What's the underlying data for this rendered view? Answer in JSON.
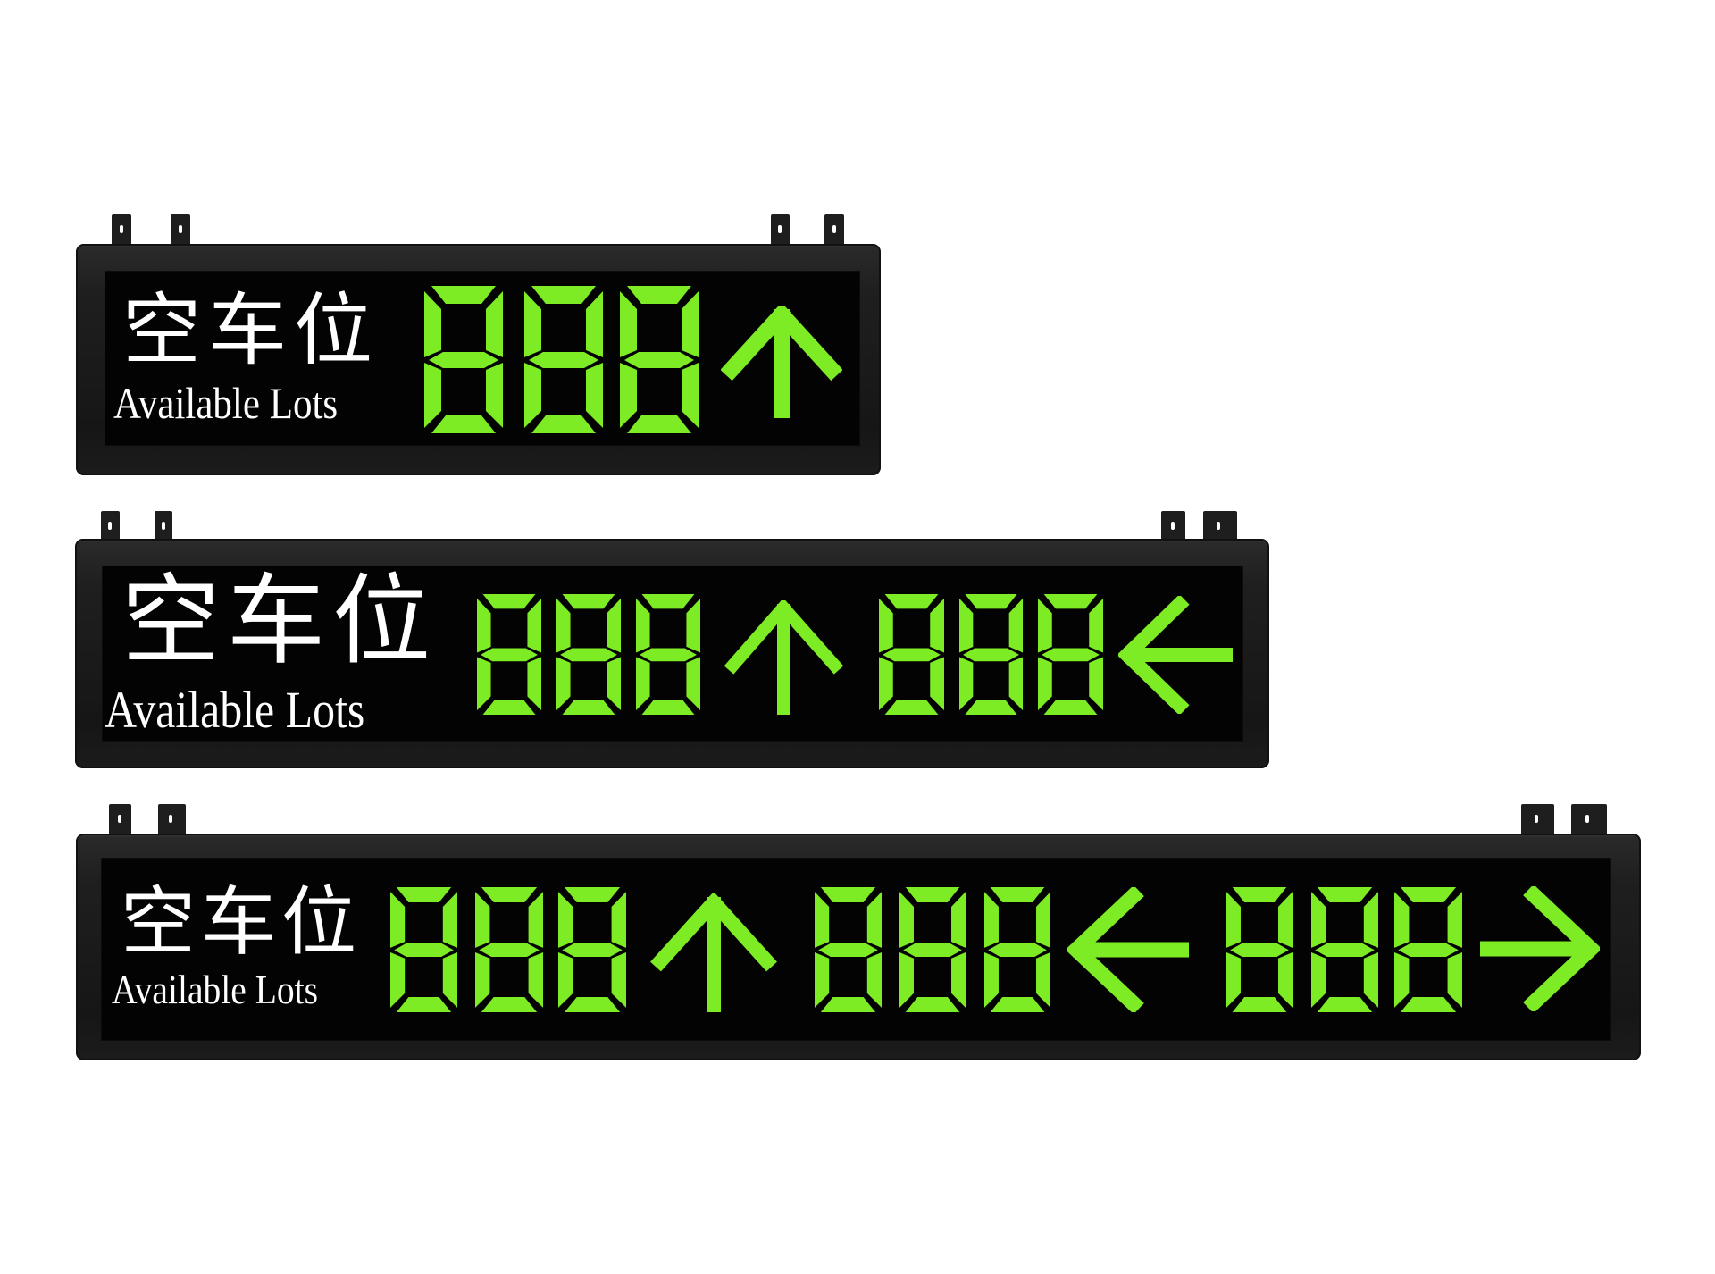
{
  "accent_color": "#7dec24",
  "signs": [
    {
      "name": "sign-small",
      "label_cn": "空车位",
      "label_en": "Available Lots",
      "groups": [
        {
          "digits": "888",
          "arrow": "up",
          "arrow_icon": "arrow-up-icon"
        }
      ]
    },
    {
      "name": "sign-medium",
      "label_cn": "空车位",
      "label_en": "Available Lots",
      "groups": [
        {
          "digits": "888",
          "arrow": "up",
          "arrow_icon": "arrow-up-icon"
        },
        {
          "digits": "888",
          "arrow": "left",
          "arrow_icon": "arrow-left-icon"
        }
      ]
    },
    {
      "name": "sign-large",
      "label_cn": "空车位",
      "label_en": "Available Lots",
      "groups": [
        {
          "digits": "888",
          "arrow": "up",
          "arrow_icon": "arrow-up-icon"
        },
        {
          "digits": "888",
          "arrow": "left",
          "arrow_icon": "arrow-left-icon"
        },
        {
          "digits": "888",
          "arrow": "right",
          "arrow_icon": "arrow-right-icon"
        }
      ]
    }
  ]
}
